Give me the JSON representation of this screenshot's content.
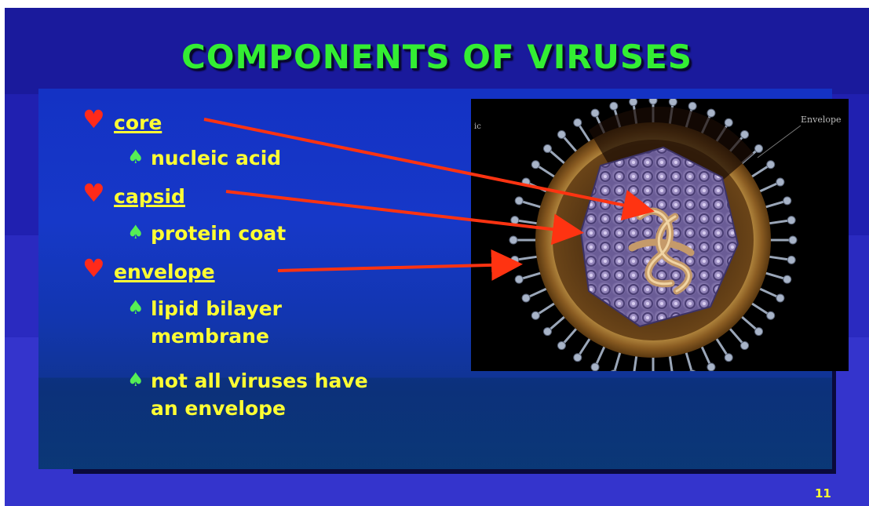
{
  "slide": {
    "title": "COMPONENTS OF VIRUSES",
    "page_number": "11"
  },
  "bullets": [
    {
      "label": "core",
      "sub": [
        "nucleic acid"
      ]
    },
    {
      "label": "capsid",
      "sub": [
        "protein coat"
      ]
    },
    {
      "label": "envelope",
      "sub": [
        "lipid bilayer membrane",
        "not all viruses have an envelope"
      ]
    }
  ],
  "sub_lines": {
    "lipid_1": "lipid bilayer",
    "lipid_2": "membrane",
    "notall_1": "not all viruses have",
    "notall_2": "an envelope"
  },
  "image": {
    "label_right": "Envelope",
    "label_left": "ic"
  },
  "colors": {
    "title": "#33ee33",
    "text": "#ffff33",
    "heart": "#ff2a1a",
    "spade": "#55ee55",
    "arrow": "#ff3311"
  },
  "icons": [
    "heart-bullet-icon",
    "spade-bullet-icon"
  ]
}
